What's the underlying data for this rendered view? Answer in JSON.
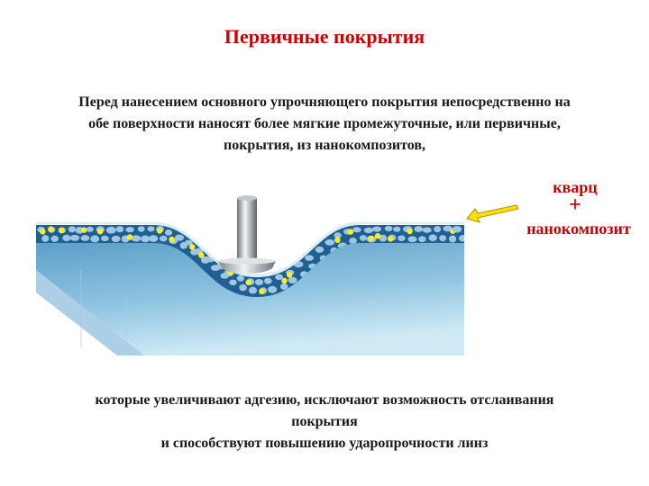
{
  "title": "Первичные покрытия",
  "intro": {
    "line1": "Перед нанесением основного упрочняющего покрытия непосредственно на",
    "line2": "обе поверхности наносят более мягкие промежуточные, или первичные,",
    "line3": "покрытия, из нанокомпозитов,"
  },
  "labels": {
    "quartz": "кварц",
    "plus": "+",
    "nanocomposite": "нанокомпозит"
  },
  "outro": {
    "line1": "которые увеличивают адгезию, исключают возможность отслаивания",
    "line2": "покрытия",
    "line3": "и способствуют повышению ударопрочности линз"
  },
  "colors": {
    "title": "#cc0000",
    "labels": "#cc0000",
    "lens_light": "#c8e6f2",
    "lens_dark": "#5a9cc6",
    "coating_layer": "#1f5f92",
    "particle_blue": "#9ec6e2",
    "particle_yellow": "#ffee22",
    "arrow": "#ffe000"
  }
}
